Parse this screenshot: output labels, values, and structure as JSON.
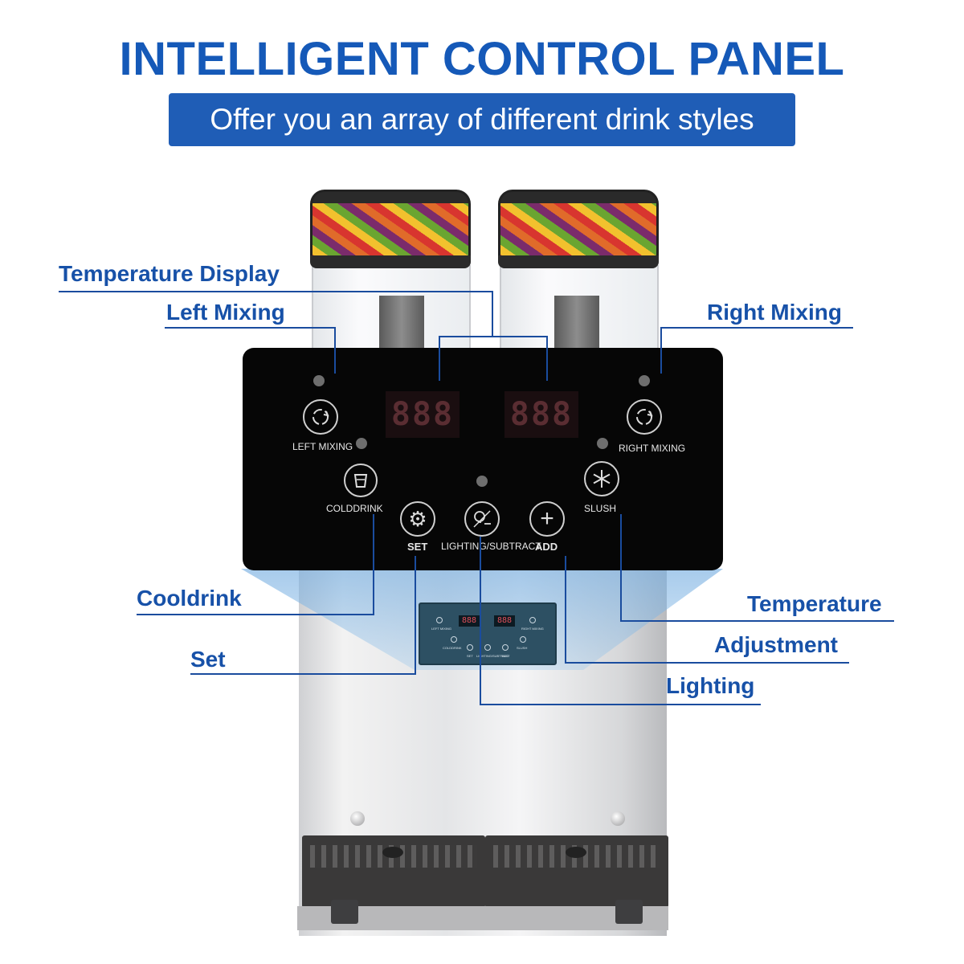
{
  "header": {
    "title": "INTELLIGENT CONTROL PANEL",
    "subtitle": "Offer you an array of different drink styles"
  },
  "panel": {
    "left_display": "888",
    "right_display": "888",
    "buttons": {
      "left_mixing": "LEFT MIXING",
      "right_mixing": "RIGHT MIXING",
      "colddrink": "COLDDRINK",
      "slush": "SLUSH",
      "set": "SET",
      "lighting_subtract": "LIGHTING/SUBTRACT",
      "add": "ADD"
    }
  },
  "callouts": {
    "temperature_display": "Temperature Display",
    "left_mixing": "Left Mixing",
    "right_mixing": "Right Mixing",
    "cooldrink": "Cooldrink",
    "set": "Set",
    "temperature": "Temperature",
    "adjustment": "Adjustment",
    "lighting": "Lighting"
  },
  "colors": {
    "brand_blue": "#1559b8",
    "subtitle_bg": "#1f5db6",
    "panel_bg": "#060606"
  }
}
